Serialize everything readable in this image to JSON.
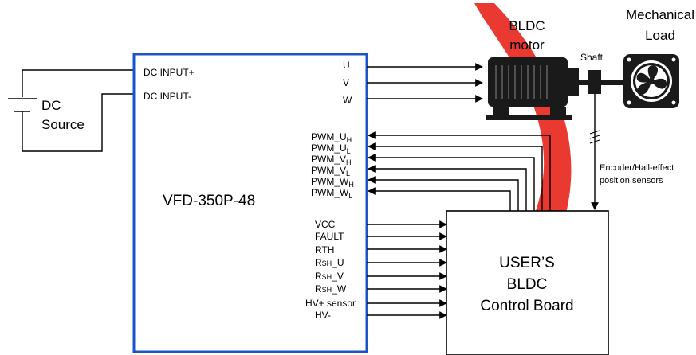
{
  "dc_source": {
    "line1": "DC",
    "line2": "Source"
  },
  "vfd": {
    "name": "VFD-350P-48",
    "inputs": [
      "DC INPUT+",
      "DC INPUT-"
    ],
    "phases": [
      "U",
      "V",
      "W"
    ],
    "pwm_signals": [
      {
        "base": "PWM_U",
        "sub": "H"
      },
      {
        "base": "PWM_U",
        "sub": "L"
      },
      {
        "base": "PWM_V",
        "sub": "H"
      },
      {
        "base": "PWM_V",
        "sub": "L"
      },
      {
        "base": "PWM_W",
        "sub": "H"
      },
      {
        "base": "PWM_W",
        "sub": "L"
      }
    ],
    "outputs": [
      {
        "base": "VCC",
        "sub": "",
        "tail": ""
      },
      {
        "base": "FAULT",
        "sub": "",
        "tail": ""
      },
      {
        "base": "RTH",
        "sub": "",
        "tail": ""
      },
      {
        "base": "R",
        "sub": "SH",
        "tail": "_U"
      },
      {
        "base": "R",
        "sub": "SH",
        "tail": "_V"
      },
      {
        "base": "R",
        "sub": "SH",
        "tail": "_W"
      },
      {
        "base": "HV+ sensor",
        "sub": "",
        "tail": ""
      },
      {
        "base": "HV-",
        "sub": "",
        "tail": ""
      }
    ]
  },
  "motor": {
    "line1": "BLDC",
    "line2": "motor"
  },
  "load": {
    "line1": "Mechanical",
    "line2": "Load"
  },
  "shaft_label": "Shaft",
  "sensor_label": {
    "line1": "Encoder/Hall-effect",
    "line2": "position sensors"
  },
  "control_board": {
    "line1": "USER’S",
    "line2": "BLDC",
    "line3": "Control Board"
  },
  "colors": {
    "watermark": "#e8281e"
  }
}
